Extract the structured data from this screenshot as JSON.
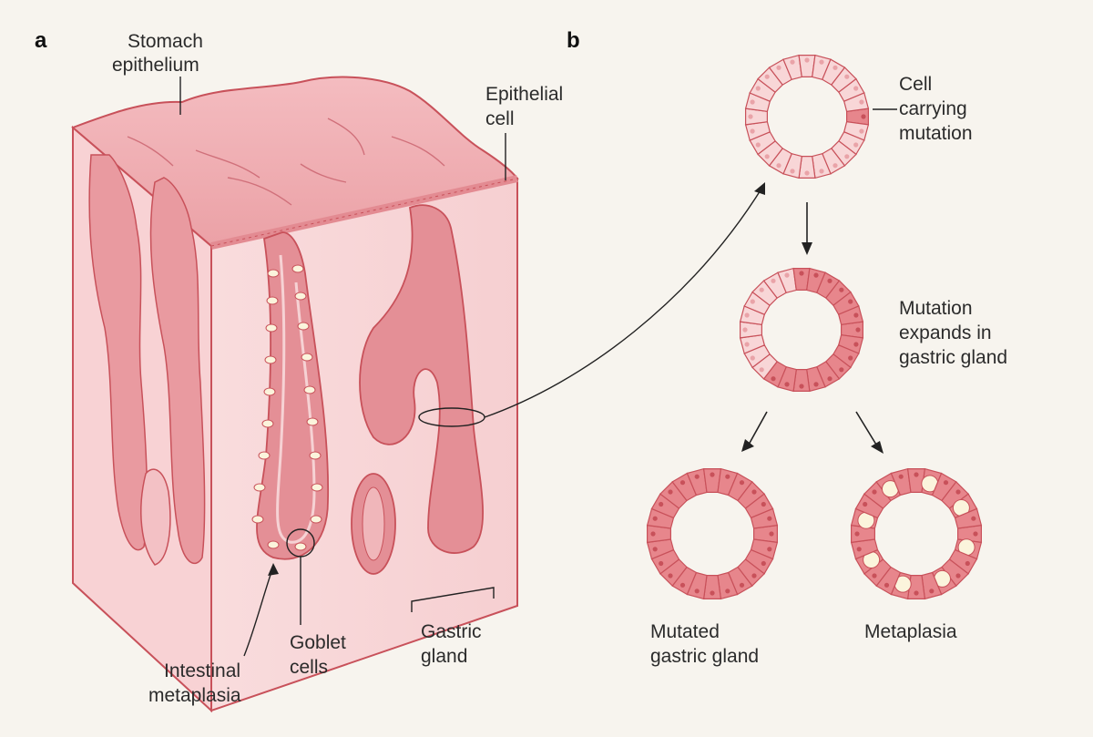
{
  "panel_a": {
    "letter": "a",
    "labels": {
      "stomach_epithelium": [
        "Stomach",
        "epithelium"
      ],
      "epithelial_cell": [
        "Epithelial",
        "cell"
      ],
      "goblet_cells": [
        "Goblet",
        "cells"
      ],
      "intestinal_metaplasia": [
        "Intestinal",
        "metaplasia"
      ],
      "gastric_gland": [
        "Gastric",
        "gland"
      ]
    }
  },
  "panel_b": {
    "letter": "b",
    "labels": {
      "cell_carrying_mutation": [
        "Cell",
        "carrying",
        "mutation"
      ],
      "mutation_expands": [
        "Mutation",
        "expands in",
        "gastric gland"
      ],
      "mutated_gastric_gland": [
        "Mutated",
        "gastric gland"
      ],
      "metaplasia": [
        "Metaplasia"
      ]
    }
  },
  "colors": {
    "background": "#f7f4ee",
    "tissue_light": "#f7cfd1",
    "tissue_mid": "#eea4a8",
    "tissue_dark": "#d9686f",
    "outline": "#c8515a",
    "normal_cell": "#f8d6d7",
    "mutated_cell": "#e7868c",
    "goblet_cell": "#fbf4dc"
  }
}
